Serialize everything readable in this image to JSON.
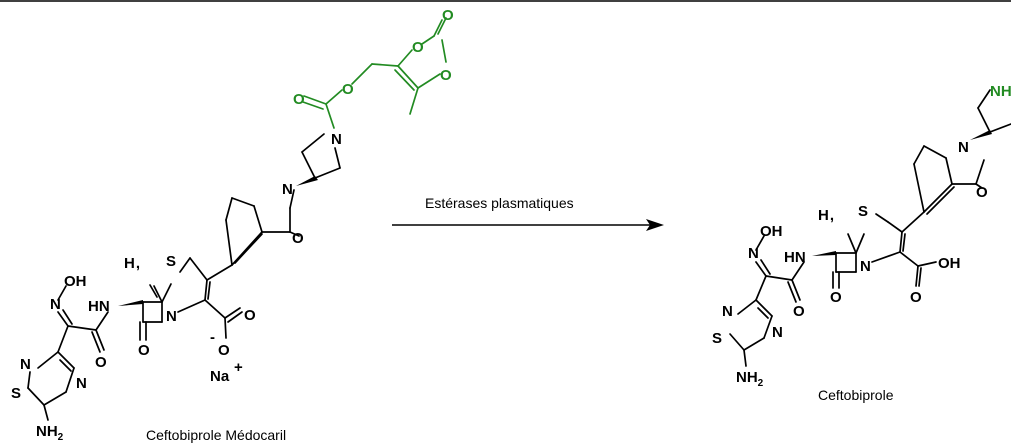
{
  "diagram": {
    "reactant_caption": "Ceftobiprole Médocaril",
    "product_caption": "Ceftobiprole",
    "arrow_label": "Estérases plasmatiques",
    "colors": {
      "line": "#000000",
      "prodrug_moiety": "#228B22"
    },
    "atoms": {
      "O": "O",
      "N": "N",
      "S": "S",
      "OH": "OH",
      "HN": "HN",
      "H": "H",
      "NH": "NH",
      "NH2": "NH",
      "sub2": "2",
      "Na": "Na",
      "plus": "+",
      "minus": "-"
    }
  }
}
